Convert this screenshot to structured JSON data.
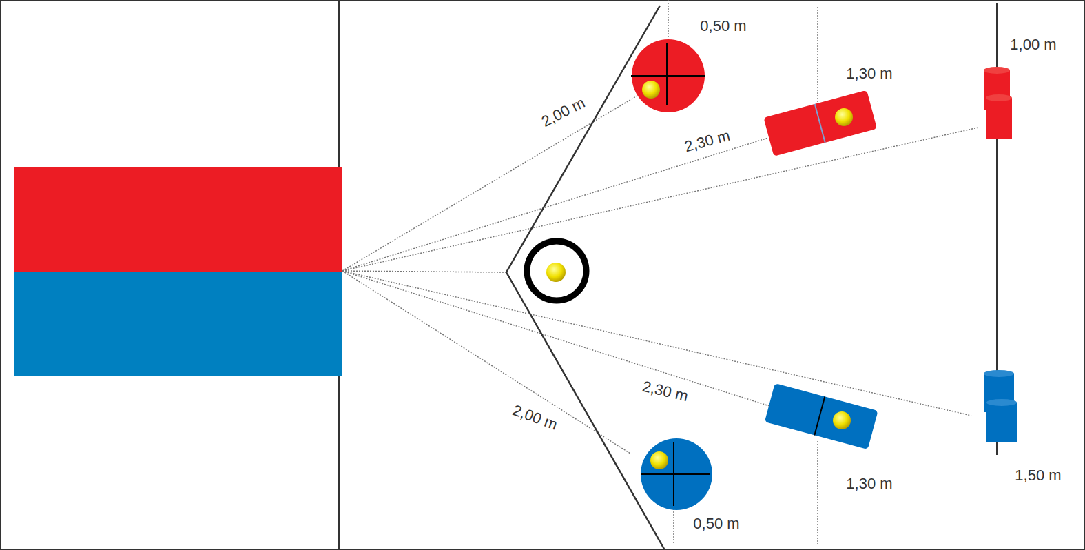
{
  "diagram": {
    "labels": [
      "0,50 m",
      "1,00 m",
      "1,30 m",
      "2,00 m",
      "2,30 m",
      "2,30 m",
      "2,00 m",
      "1,30 m",
      "1,50 m",
      "0,50 m"
    ]
  }
}
